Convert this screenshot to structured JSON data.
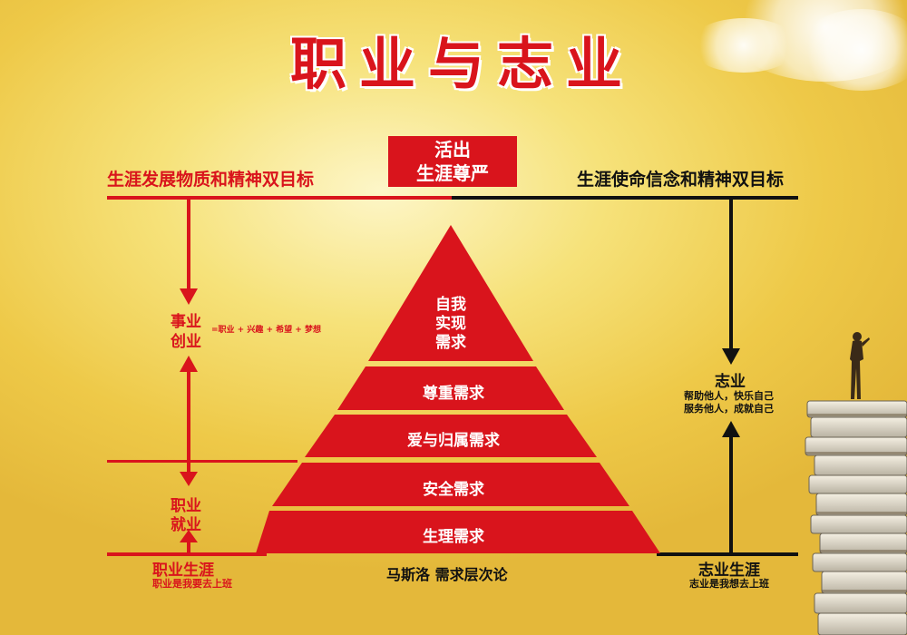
{
  "title": "职业与志业",
  "box": {
    "line1": "活出",
    "line2": "生涯尊严"
  },
  "left_goal": "生涯发展物质和精神双目标",
  "right_goal": "生涯使命信念和精神双目标",
  "left_career": {
    "label1": "事业",
    "label2": "创业",
    "formula": "=职业 + 兴趣 + 希望 + 梦想"
  },
  "left_job": {
    "label1": "职业",
    "label2": "就业"
  },
  "left_bottom": {
    "title": "职业生涯",
    "sub": "职业是我要去上班"
  },
  "right_mid": {
    "title": "志业",
    "sub1": "帮助他人，快乐自己",
    "sub2": "服务他人，成就自己"
  },
  "right_bottom": {
    "title": "志业生涯",
    "sub": "志业是我想去上班"
  },
  "pyramid": {
    "top": [
      "自我",
      "实现",
      "需求"
    ],
    "tiers": [
      "尊重需求",
      "爱与归属需求",
      "安全需求",
      "生理需求"
    ],
    "caption": "马斯洛 需求层次论"
  },
  "colors": {
    "red": "#d9141c",
    "black": "#111111",
    "background": "#f3d75e"
  },
  "icons": [
    "woman-silhouette-icon",
    "book-stack-icon",
    "cloud-icon"
  ]
}
